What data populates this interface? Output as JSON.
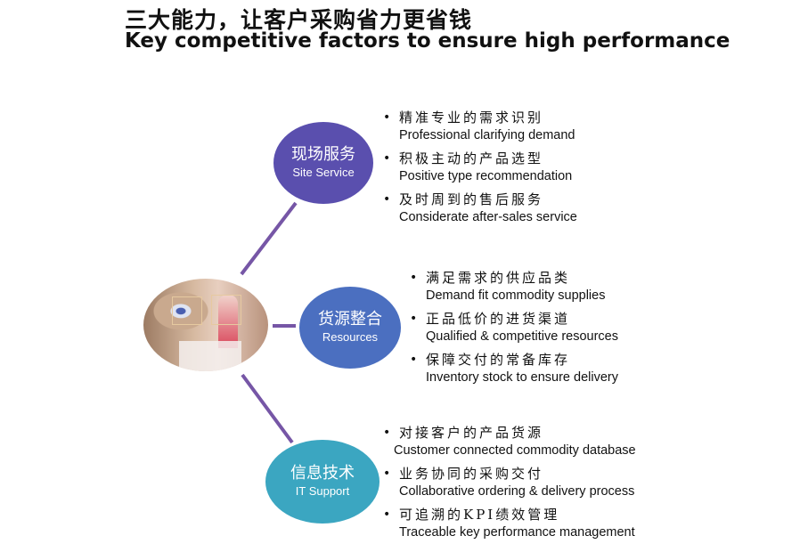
{
  "header": {
    "title_cn": "三大能力，让客户采购省力更省钱",
    "title_en": "Key competitive factors to ensure high performance"
  },
  "colors": {
    "site_service": "#5a4fae",
    "resources": "#4b6fc0",
    "it_support": "#3ba6c1",
    "connector": "#7656a6"
  },
  "nodes": [
    {
      "cn": "现场服务",
      "en": "Site Service",
      "items": [
        {
          "cn": "精准专业的需求识别",
          "en": "Professional clarifying demand"
        },
        {
          "cn": "积极主动的产品选型",
          "en": "Positive type recommendation"
        },
        {
          "cn": "及时周到的售后服务",
          "en": "Considerate after-sales service"
        }
      ]
    },
    {
      "cn": "货源整合",
      "en": "Resources",
      "items": [
        {
          "cn": "满足需求的供应品类",
          "en": "Demand fit commodity supplies"
        },
        {
          "cn": "正品低价的进货渠道",
          "en": "Qualified & competitive resources"
        },
        {
          "cn": "保障交付的常备库存",
          "en": "Inventory  stock to ensure delivery"
        }
      ]
    },
    {
      "cn": "信息技术",
      "en": "IT Support",
      "items": [
        {
          "cn": "对接客户的产品货源",
          "en": "Customer connected commodity database"
        },
        {
          "cn": "业务协同的采购交付",
          "en": "Collaborative ordering  & delivery process"
        },
        {
          "cn": "可追溯的KPI绩效管理",
          "en": "Traceable key performance management"
        }
      ]
    }
  ],
  "bullet": "•"
}
